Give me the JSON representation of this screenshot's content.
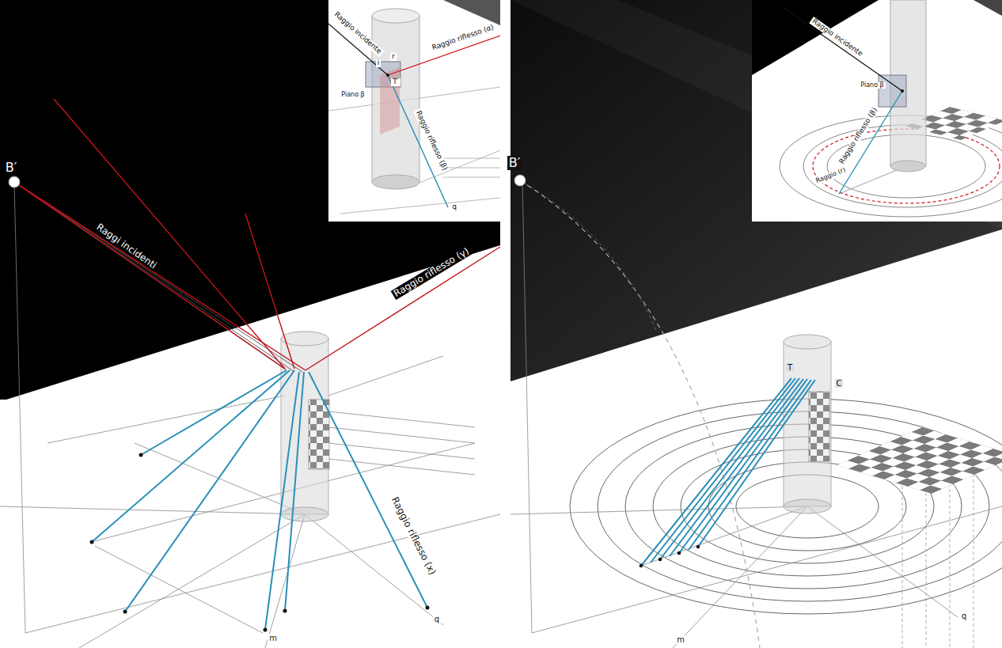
{
  "diagram": {
    "labels": [
      "B′",
      "Raggi incidenti",
      "Raggio riflesso (γ)",
      "Raggio riflesso (x)",
      "m",
      "q",
      "Raggio incidente",
      "Raggio riflesso (α)",
      "i",
      "r",
      "T′",
      "Piano β",
      "Raggio riflesso (β)",
      "q",
      "B′",
      "T",
      "C",
      "m",
      "q",
      "Raggio incidente",
      "Piano β",
      "Raggio riflesso (β)",
      "Raggio (r)"
    ]
  }
}
